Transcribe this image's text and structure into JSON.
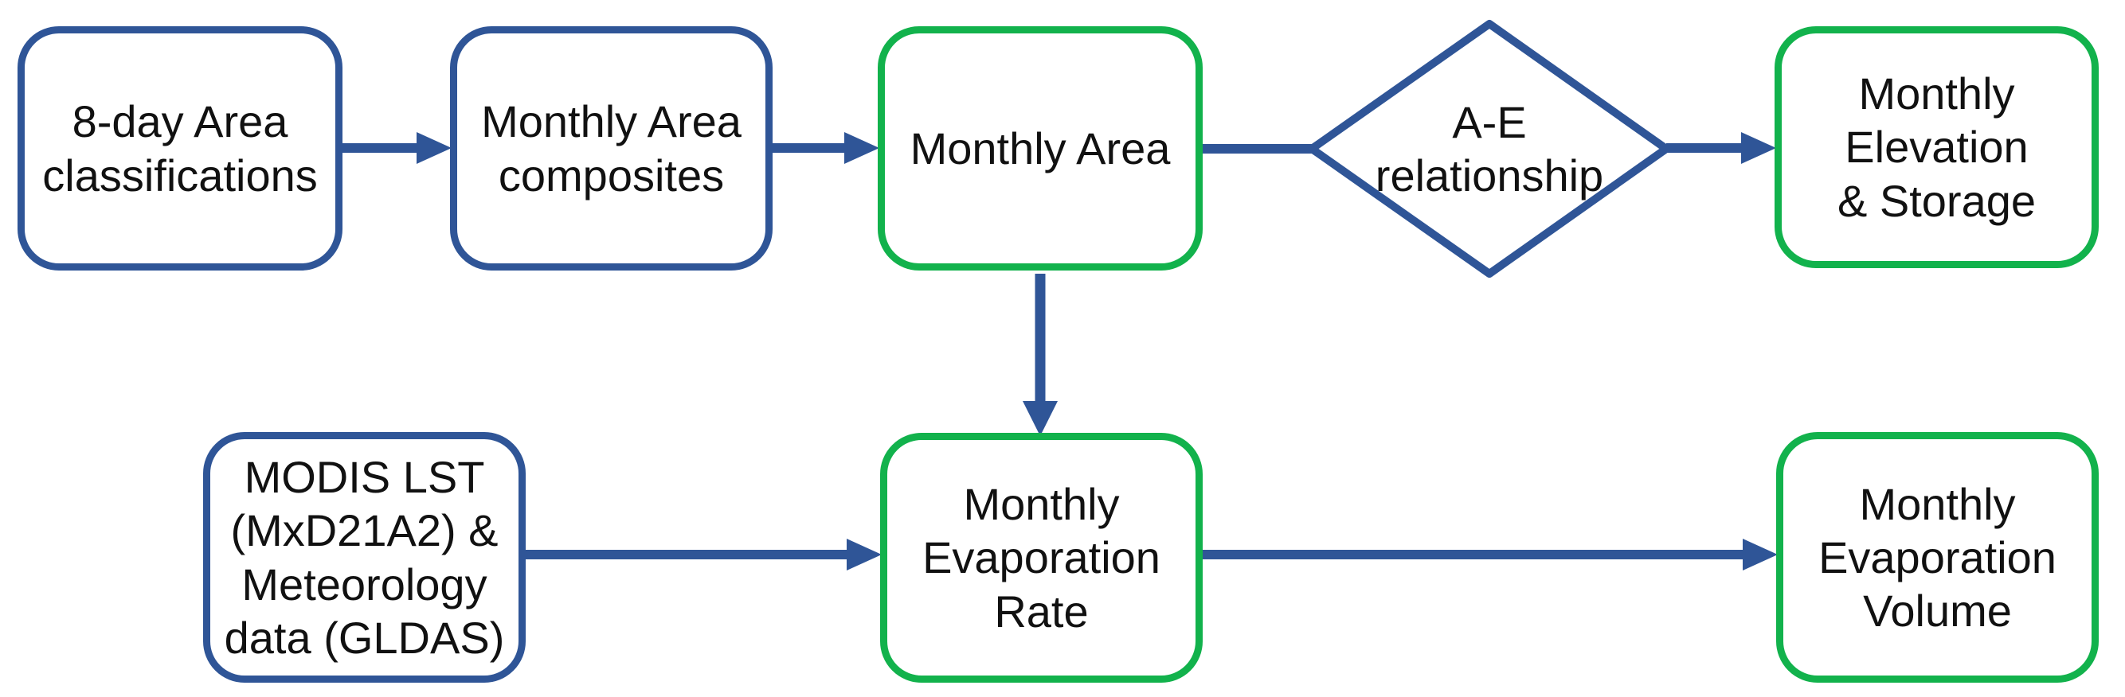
{
  "diagram": {
    "nodes": {
      "classifications8day": {
        "label": "8-day Area\nclassifications",
        "shape": "rounded-rect",
        "border_color": "#2f5597"
      },
      "monthlyComposites": {
        "label": "Monthly Area\ncomposites",
        "shape": "rounded-rect",
        "border_color": "#2f5597"
      },
      "monthlyArea": {
        "label": "Monthly Area",
        "shape": "rounded-rect",
        "border_color": "#12b24c"
      },
      "aeRelationship": {
        "label": "A-E\nrelationship",
        "shape": "diamond",
        "border_color": "#2f5597"
      },
      "monthlyElevationStorage": {
        "label": "Monthly\nElevation\n& Storage",
        "shape": "rounded-rect",
        "border_color": "#12b24c"
      },
      "modisLst": {
        "label": "MODIS LST\n(MxD21A2) &\nMeteorology\ndata (GLDAS)",
        "shape": "rounded-rect",
        "border_color": "#2f5597"
      },
      "monthlyEvapRate": {
        "label": "Monthly\nEvaporation\nRate",
        "shape": "rounded-rect",
        "border_color": "#12b24c"
      },
      "monthlyEvapVolume": {
        "label": "Monthly\nEvaporation\nVolume",
        "shape": "rounded-rect",
        "border_color": "#12b24c"
      }
    },
    "colors": {
      "input_border": "#2f5597",
      "output_border": "#12b24c",
      "arrow": "#2f5597",
      "text": "#111111",
      "background": "#ffffff"
    }
  }
}
